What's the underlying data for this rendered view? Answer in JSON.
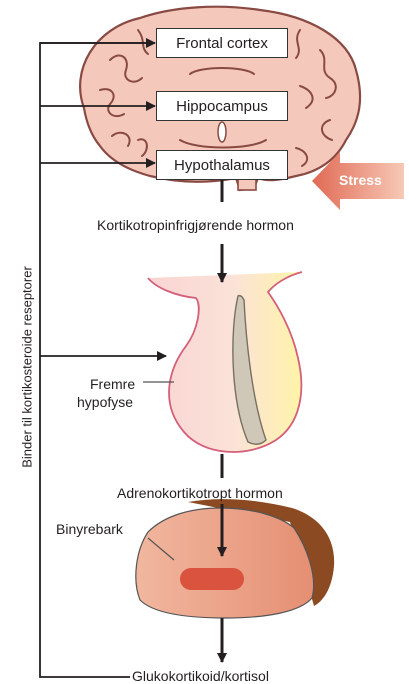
{
  "labels": {
    "frontal_cortex": "Frontal cortex",
    "hippocampus": "Hippocampus",
    "hypothalamus": "Hypothalamus",
    "stress": "Stress",
    "crh": "Kortikotropinfrigjørende hormon",
    "pituitary_line1": "Fremre",
    "pituitary_line2": "hypofyse",
    "acth": "Adrenokortikotropt hormon",
    "adrenal_cortex": "Binyrebark",
    "cortisol": "Glukokortikoid/kortisol",
    "feedback": "Binder til kortikosteroide reseptorer"
  },
  "colors": {
    "brain_fill": "#f4c9bc",
    "gyri_lines": "#8a4a44",
    "stress_arrow": "#e98c74",
    "pituitary_fill": "#f9d4d2",
    "pituitary_highlight": "#fff4a8",
    "adrenal_fill": "#e8977c",
    "adrenal_core": "#d9533e",
    "adrenal_edge": "#8b4a22"
  }
}
